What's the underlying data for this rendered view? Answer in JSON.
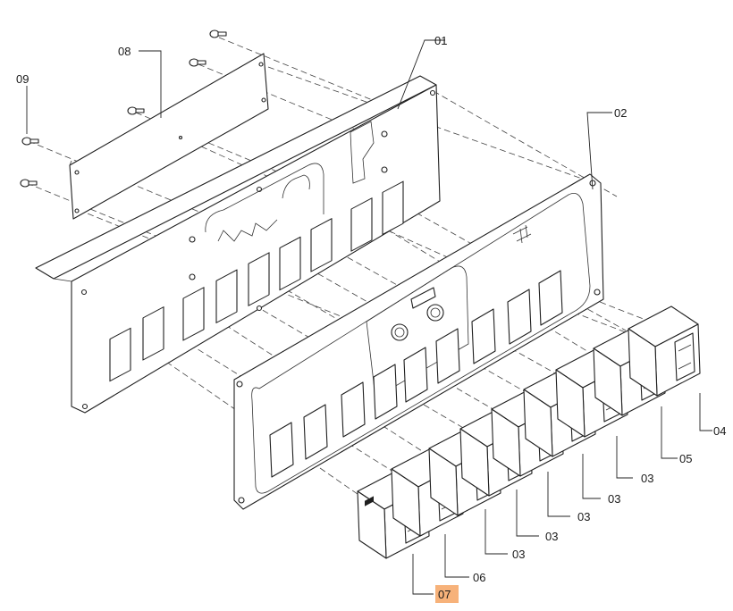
{
  "diagram": {
    "labels": {
      "p01": "01",
      "p02": "02",
      "p03": "03",
      "p04": "04",
      "p05": "05",
      "p06": "06",
      "p07": "07",
      "p08": "08",
      "p09": "09"
    },
    "highlight_color": "#f7b27a"
  }
}
